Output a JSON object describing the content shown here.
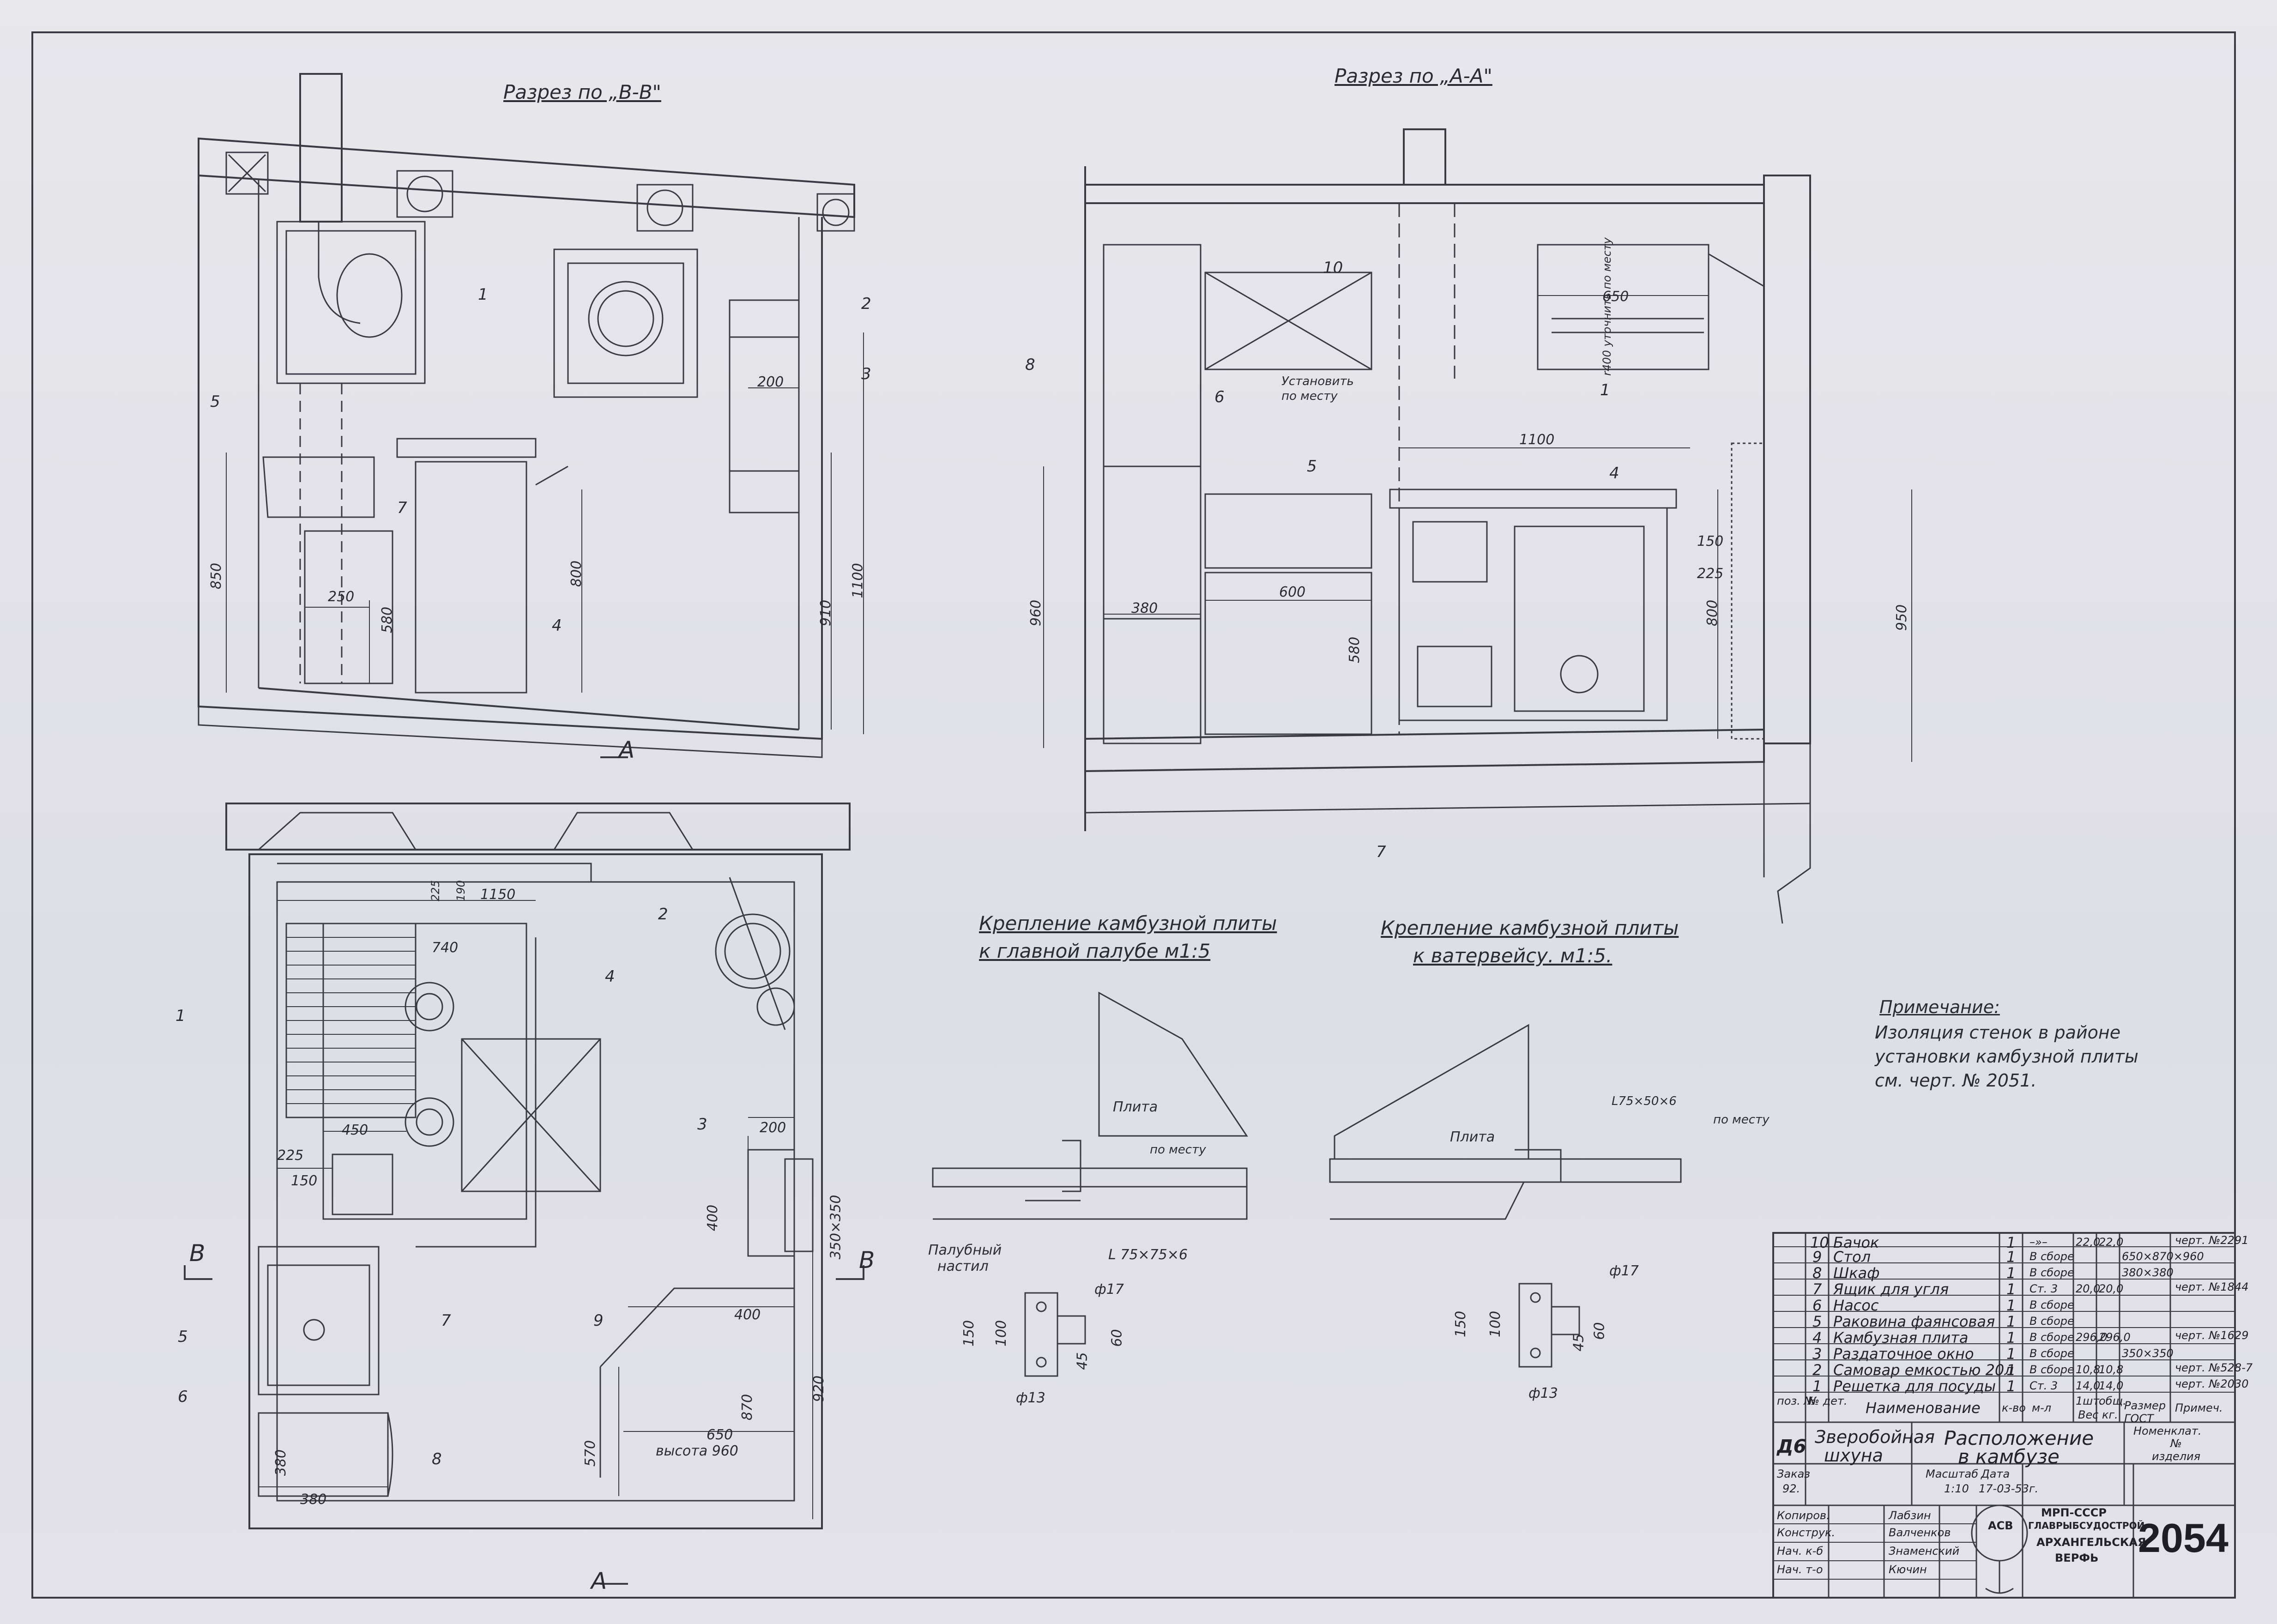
{
  "views": {
    "section_bb": "Разрез по „В-В\"",
    "section_aa": "Разрез по „А-А\"",
    "mount_deck_1": "Крепление камбузной плиты",
    "mount_deck_2": "к главной палубе   м1:5",
    "mount_wat_1": "Крепление камбузной плиты",
    "mount_wat_2": "к ватервейсу.   м1:5."
  },
  "callouts": {
    "c1": "1",
    "c2": "2",
    "c3": "3",
    "c4": "4",
    "c5": "5",
    "c6": "6",
    "c7": "7",
    "c8": "8",
    "c9": "9",
    "c10": "10"
  },
  "section_marks": {
    "a": "А",
    "b": "В"
  },
  "dimensions": {
    "d200": "200",
    "d850": "850",
    "d250": "250",
    "d580": "580",
    "d800": "800",
    "d910": "910",
    "d1100": "1100",
    "d960": "960",
    "d380": "380",
    "d600": "600",
    "d650": "650",
    "d150": "150",
    "d225": "225",
    "d950": "950",
    "d740": "740",
    "d1150": "1150",
    "d190": "190",
    "d450": "450",
    "d400": "400",
    "d350x350": "350×350",
    "d920": "920",
    "d870": "870",
    "d570": "570",
    "d100": "100",
    "d60": "60",
    "d45": "45",
    "height960": "высота 960",
    "r400": "r400 уточнить по месту",
    "phi17": "ф17",
    "phi13": "ф13"
  },
  "annotations": {
    "install": "Установить по месту",
    "plita": "Плита",
    "po_mestu": "по месту",
    "deck_1": "Палубный",
    "deck_2": "настил",
    "angle_deck": "L 75×75×6",
    "angle_wat": "L75×50×6"
  },
  "note": {
    "heading": "Примечание:",
    "line1": "Изоляция стенок в районе",
    "line2": "установки камбузной плиты",
    "line3": "см. черт. № 2051."
  },
  "parts_header": {
    "pos": "поз. №",
    "det": "№ дет.",
    "name": "Наименование",
    "qty": "к-во",
    "mat": "м-л",
    "w1": "1шт.",
    "w2": "общ.",
    "weight": "Вес кг.",
    "size": "Размер ГОСТ",
    "note": "Примеч."
  },
  "parts": [
    {
      "pos": "10",
      "name": "Бачок",
      "qty": "1",
      "mat": "–»–",
      "w1": "22,0",
      "w2": "22,0",
      "size": "",
      "note": "черт. №2291"
    },
    {
      "pos": "9",
      "name": "Стол",
      "qty": "1",
      "mat": "В сборе",
      "w1": "",
      "w2": "",
      "size": "650×870×960",
      "note": ""
    },
    {
      "pos": "8",
      "name": "Шкаф",
      "qty": "1",
      "mat": "В сборе",
      "w1": "",
      "w2": "",
      "size": "380×380",
      "note": ""
    },
    {
      "pos": "7",
      "name": "Ящик для угля",
      "qty": "1",
      "mat": "Ст. 3",
      "w1": "20,0",
      "w2": "20,0",
      "size": "",
      "note": "черт. №1844"
    },
    {
      "pos": "6",
      "name": "Насос",
      "qty": "1",
      "mat": "В сборе",
      "w1": "",
      "w2": "",
      "size": "",
      "note": ""
    },
    {
      "pos": "5",
      "name": "Раковина фаянсовая",
      "qty": "1",
      "mat": "В сборе",
      "w1": "",
      "w2": "",
      "size": "",
      "note": ""
    },
    {
      "pos": "4",
      "name": "Камбузная плита",
      "qty": "1",
      "mat": "В сборе",
      "w1": "296,0",
      "w2": "296,0",
      "size": "",
      "note": "черт. №1629"
    },
    {
      "pos": "3",
      "name": "Раздаточное окно",
      "qty": "1",
      "mat": "В сборе",
      "w1": "",
      "w2": "",
      "size": "350×350",
      "note": ""
    },
    {
      "pos": "2",
      "name": "Самовар емкостью 20л",
      "qty": "1",
      "mat": "В сборе",
      "w1": "10,8",
      "w2": "10,8",
      "size": "",
      "note": "черт. №528-7"
    },
    {
      "pos": "1",
      "name": "Решетка для посуды",
      "qty": "1",
      "mat": "Ст. 3",
      "w1": "14,0",
      "w2": "14,0",
      "size": "",
      "note": "черт. №2030"
    }
  ],
  "title_block": {
    "code": "Д6",
    "vessel_1": "Зверобойная",
    "vessel_2": "шхуна",
    "drawing_1": "Расположение",
    "drawing_2": "в камбузе",
    "nomen_1": "Номенклат.",
    "nomen_2": "№",
    "nomen_3": "изделия",
    "order_label": "Заказ",
    "order": "92.",
    "scale_label": "Масштаб",
    "scale": "1:10",
    "date_label": "Дата",
    "date": "17-03-53г.",
    "roles": [
      "Копиров.",
      "Конструк.",
      "Нач. к-б",
      "Нач. т-о"
    ],
    "names": [
      "Лабзин",
      "Валченков",
      "Знаменский",
      "Кючин"
    ],
    "org_1": "МРП-СССР",
    "org_2": "ГЛАВРЫБСУДОСТРОЙ",
    "org_3": "АРХАНГЕЛЬСКАЯ",
    "org_4": "ВЕРФЬ",
    "logo": "АСВ",
    "drawing_no": "2054"
  }
}
